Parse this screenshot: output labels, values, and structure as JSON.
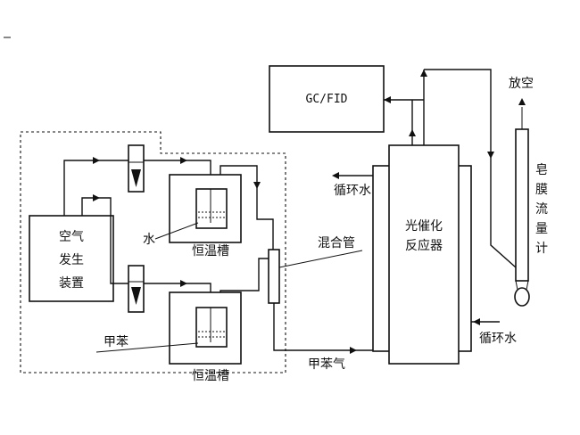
{
  "labels": {
    "vent": "放空",
    "gc_fid": "GC/FID",
    "soap_film_flowmeter": [
      "皂",
      "膜",
      "流",
      "量",
      "计"
    ],
    "air_generator": [
      "空气",
      "发生",
      "装置"
    ],
    "water": "水",
    "thermostat_top": "恒温槽",
    "thermostat_bottom": "恒温槽",
    "toluene": "甲苯",
    "mixing_tube": "混合管",
    "reactor": [
      "光催化",
      "反应器"
    ],
    "circulating_water_top": "循环水",
    "circulating_water_bottom": "循环水",
    "toluene_gas": "甲苯气"
  }
}
